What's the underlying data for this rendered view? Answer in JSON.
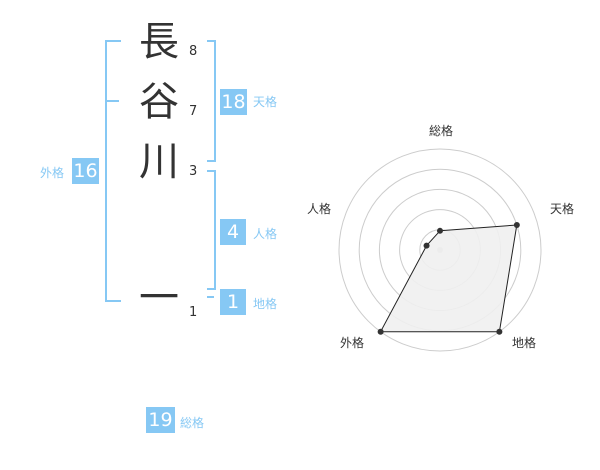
{
  "name": {
    "chars": [
      {
        "char": "長",
        "strokes": "8"
      },
      {
        "char": "谷",
        "strokes": "7"
      },
      {
        "char": "川",
        "strokes": "3"
      },
      {
        "char": "一",
        "strokes": "1"
      }
    ]
  },
  "fortunes": {
    "tenkaku": {
      "value": "18",
      "label": "天格"
    },
    "jinkaku": {
      "value": "4",
      "label": "人格"
    },
    "chikaku": {
      "value": "1",
      "label": "地格"
    },
    "gaikaku": {
      "value": "16",
      "label": "外格"
    },
    "soukaku": {
      "value": "19",
      "label": "総格"
    }
  },
  "radar": {
    "axes": [
      "総格",
      "天格",
      "地格",
      "外格",
      "人格"
    ],
    "values": [
      0.19,
      0.8,
      1.0,
      1.0,
      0.14
    ],
    "colors": {
      "fill": "#efefef",
      "stroke": "#222222",
      "grid": "#cccccc",
      "center": "#cccccc"
    }
  },
  "colors": {
    "accent": "#86c8f4",
    "text": "#333333"
  }
}
